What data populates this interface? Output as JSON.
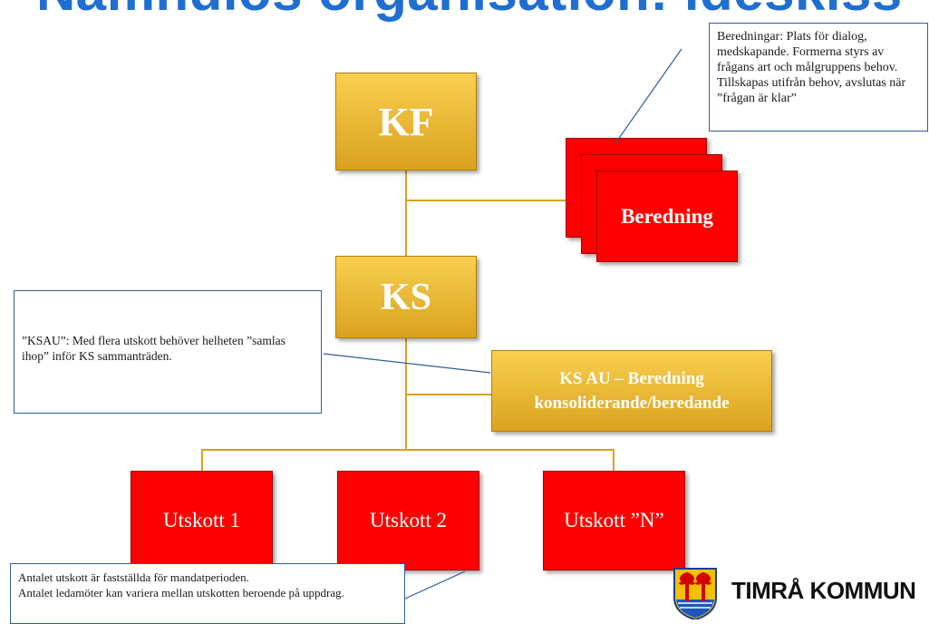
{
  "title": "Nämndlös organisation: idéskiss",
  "nodes": {
    "kf": "KF",
    "ks": "KS",
    "ks_au_line1": "KS AU – Beredning",
    "ks_au_line2": "konsoliderande/beredande",
    "beredning": "Beredning",
    "utskott1": "Utskott 1",
    "utskott2": "Utskott 2",
    "utskottN": "Utskott ”N”"
  },
  "notes": {
    "beredningar": "Beredningar: Plats för dialog, medskapande. Formerna styrs av frågans art och målgruppens behov. Tillskapas utifrån behov, avslutas när ”frågan är klar”",
    "ksau": "”KSAU”: Med flera utskott behöver helheten ”samlas ihop” inför KS sammanträden.",
    "utskott_line1": "Antalet utskott är fastställda för mandatperioden.",
    "utskott_line2": "Antalet ledamöter kan variera mellan utskotten beroende på uppdrag."
  },
  "logo": {
    "text": "TIMRÅ KOMMUN"
  },
  "colors": {
    "title": "#1f6fd0",
    "gold": "#e9b62c",
    "red": "#ff0000",
    "note_border": "#2e5f9e"
  }
}
